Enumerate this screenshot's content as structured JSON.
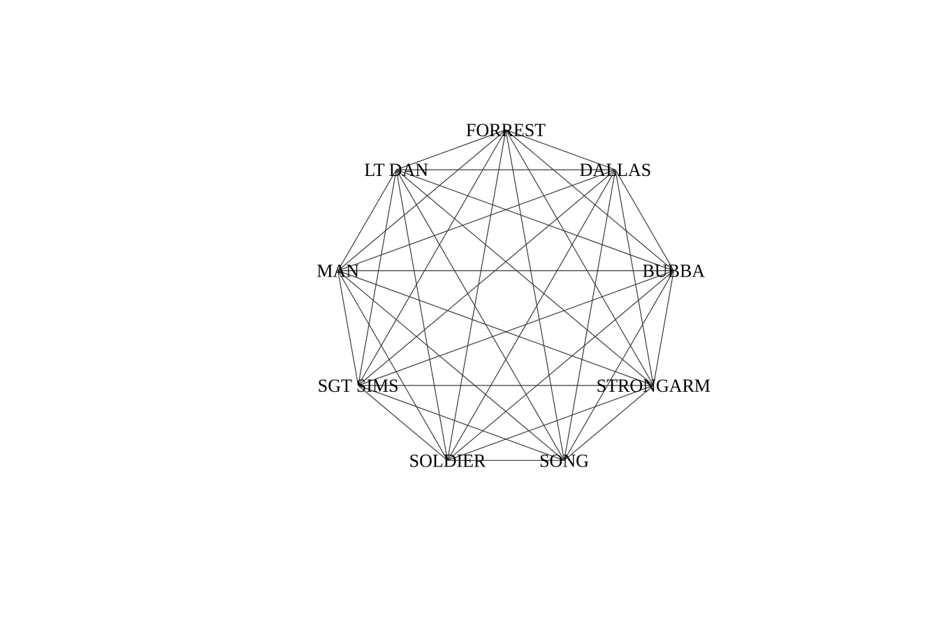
{
  "graph": {
    "layout": "circle",
    "edge_color": "#3a3a3a",
    "label_color": "#000000",
    "background": "#ffffff",
    "nodes": [
      {
        "id": "forrest",
        "label": "FORREST"
      },
      {
        "id": "dallas",
        "label": "DALLAS"
      },
      {
        "id": "bubba",
        "label": "BUBBA"
      },
      {
        "id": "strongarm",
        "label": "STRONGARM"
      },
      {
        "id": "song",
        "label": "SONG"
      },
      {
        "id": "soldier",
        "label": "SOLDIER"
      },
      {
        "id": "sgt_sims",
        "label": "SGT SIMS"
      },
      {
        "id": "man",
        "label": "MAN"
      },
      {
        "id": "lt_dan",
        "label": "LT DAN"
      }
    ],
    "edges": "all-pairs"
  }
}
